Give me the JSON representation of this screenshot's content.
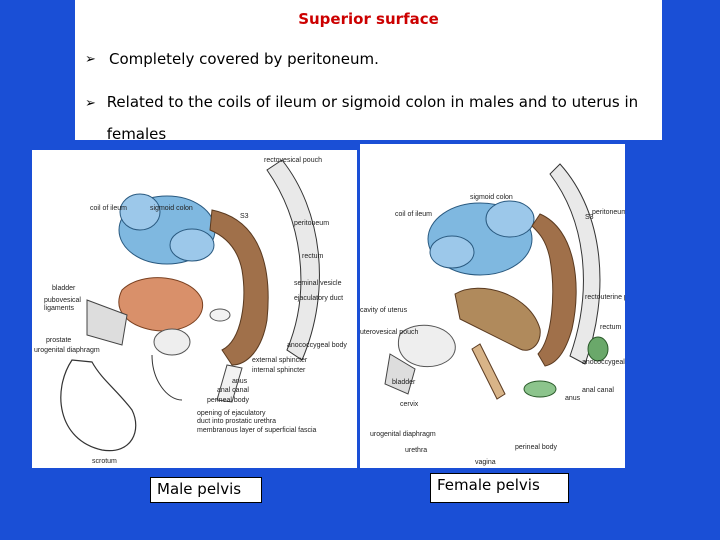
{
  "heading": "Superior surface",
  "bullets": [
    "Completely covered by peritoneum.",
    "Related to the coils of ileum or sigmoid colon in males and to uterus in females"
  ],
  "male_figure": {
    "labels": [
      "rectovesical pouch",
      "coil of ileum",
      "sigmoid colon",
      "S3",
      "peritoneum",
      "rectum",
      "seminal vesicle",
      "ejaculatory duct",
      "bladder",
      "pubovesical ligaments",
      "prostate",
      "urogenital diaphragm",
      "anococcygeal body",
      "external sphincter",
      "internal sphincter",
      "anus",
      "anal canal",
      "perineal body",
      "opening of ejaculatory duct into prostatic urethra",
      "membranous layer of superficial fascia",
      "scrotum"
    ],
    "caption": "Male pelvis"
  },
  "female_figure": {
    "labels": [
      "sigmoid colon",
      "coil of ileum",
      "S3",
      "peritoneum",
      "rectouterine pouch",
      "cavity of uterus",
      "uterovesical pouch",
      "rectum",
      "bladder",
      "anococcygeal body",
      "cervix",
      "anal canal",
      "anus",
      "urogenital diaphragm",
      "urethra",
      "vagina",
      "perineal body"
    ],
    "caption": "Female pelvis"
  },
  "colors": {
    "background": "#1a4fd6",
    "heading": "#cc0000",
    "ileum": "#7fb8e0",
    "rectum": "#a0704a",
    "gland": "#6aa86a"
  }
}
